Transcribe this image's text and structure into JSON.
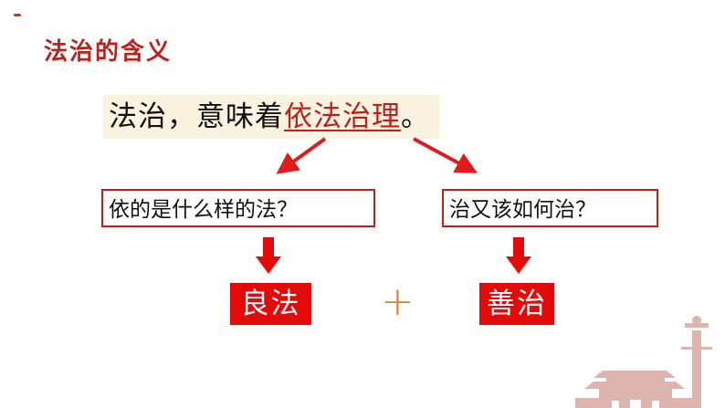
{
  "title": "法治的含义",
  "statement": {
    "prefix": "法治，意味着",
    "highlight": "依法治理",
    "suffix": "。"
  },
  "questions": {
    "left": "依的是什么样的法？",
    "right": "治又该如何治？"
  },
  "answers": {
    "left": "良法",
    "right": "善治"
  },
  "plus_sign": "+",
  "colors": {
    "accent_red": "#c0201a",
    "answer_bg": "#e40a0a",
    "plus_orange": "#d9822b",
    "statement_bg": "#fbf3df"
  },
  "decoration_icon": "tiananmen-huabiao-illustration"
}
